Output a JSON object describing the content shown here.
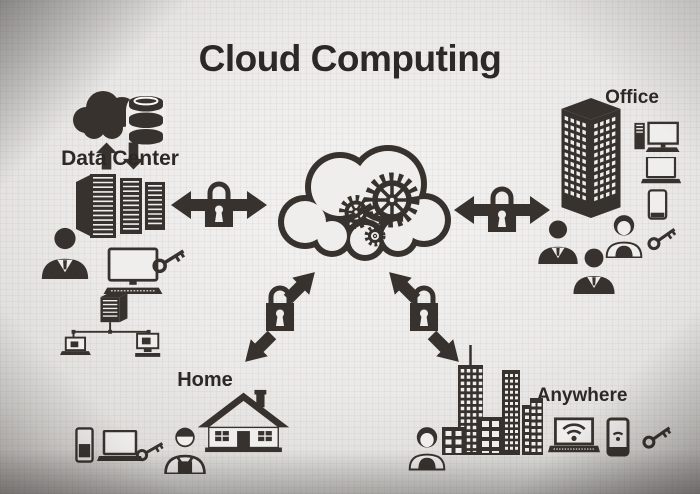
{
  "title": "Cloud Computing",
  "colors": {
    "ink": "#37322e",
    "background_light": "#f4f3f1",
    "background_dark": "#a9a6a3"
  },
  "cloud": {
    "name": "cloud-computing-core",
    "description": "outlined cloud containing three gears"
  },
  "nodes": {
    "data_center": {
      "label": "Data Center",
      "icons": [
        "cloud-database-icon",
        "upload-download-arrows-icon",
        "server-racks-icon",
        "businessman-icon",
        "desktop-computer-icon",
        "key-icon",
        "server-network-icon",
        "laptop-icon",
        "workstation-icon"
      ]
    },
    "office": {
      "label": "Office",
      "icons": [
        "office-building-icon",
        "desktop-pc-icon",
        "laptop-icon",
        "tablet-icon",
        "businessman-icon",
        "businesswoman-icon",
        "businessman-icon",
        "key-icon"
      ]
    },
    "home": {
      "label": "Home",
      "icons": [
        "house-icon",
        "resident-icon",
        "key-icon",
        "smartphone-icon",
        "laptop-icon"
      ]
    },
    "anywhere": {
      "label": "Anywhere",
      "icons": [
        "city-skyline-icon",
        "woman-icon",
        "wifi-laptop-icon",
        "wifi-smartphone-icon",
        "key-icon"
      ]
    }
  },
  "connections": [
    {
      "from": "cloud",
      "to": "data_center",
      "secured": true,
      "style": "bidirectional-arrows-with-padlock"
    },
    {
      "from": "cloud",
      "to": "office",
      "secured": true,
      "style": "bidirectional-arrows-with-padlock"
    },
    {
      "from": "cloud",
      "to": "home",
      "secured": true,
      "style": "bidirectional-arrows-with-padlock"
    },
    {
      "from": "cloud",
      "to": "anywhere",
      "secured": true,
      "style": "bidirectional-arrows-with-padlock"
    }
  ]
}
